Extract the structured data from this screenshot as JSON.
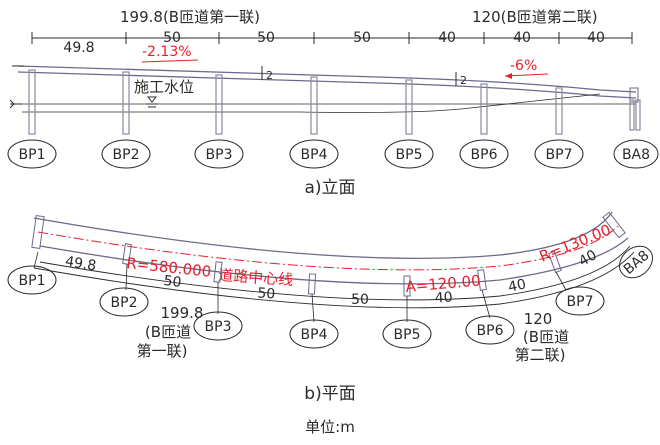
{
  "colors": {
    "line": "#2b2b2b",
    "structure": "#6a6a8c",
    "red": "#e8202a",
    "pier": "#8a8aa0"
  },
  "elevation": {
    "top_label_1": "199.8(B匝道第一联)",
    "top_label_2": "120(B匝道第二联)",
    "spans": [
      "49.8",
      "50",
      "50",
      "50",
      "40",
      "40",
      "40"
    ],
    "slope_left": "-2.13%",
    "slope_right": "-6%",
    "break_mark": "2",
    "water_level": "施工水位",
    "piers": [
      "BP1",
      "BP2",
      "BP3",
      "BP4",
      "BP5",
      "BP6",
      "BP7",
      "BA8"
    ],
    "caption": "a)立面"
  },
  "plan": {
    "r1": "R=580.000",
    "centerline": "道路中心线",
    "a_param": "A=120.00",
    "r2": "R=130.00",
    "spans": [
      "49.8",
      "50",
      "50",
      "50",
      "40",
      "40",
      "40"
    ],
    "group1": [
      "199.8",
      "(B匝道",
      "第一联)"
    ],
    "group2": [
      "120",
      "(B匝道",
      "第二联)"
    ],
    "piers": [
      "BP1",
      "BP2",
      "BP3",
      "BP4",
      "BP5",
      "BP6",
      "BP7",
      "BA8"
    ],
    "caption": "b)平面"
  },
  "unit": "单位:m"
}
